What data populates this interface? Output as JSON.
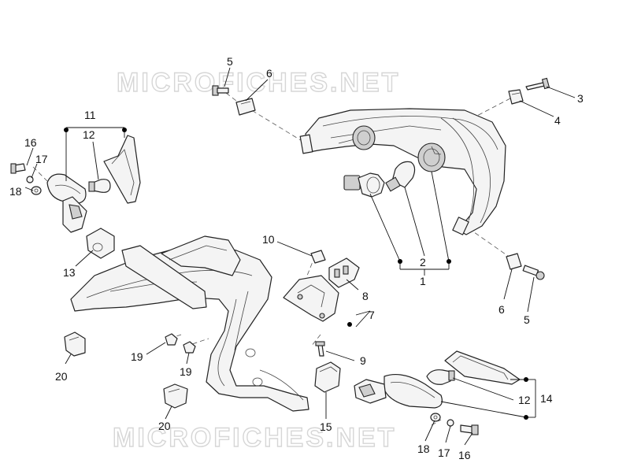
{
  "watermark": "MICROFICHES.NET",
  "labels": {
    "l1": "1",
    "l2": "2",
    "l3": "3",
    "l4": "4",
    "l5a": "5",
    "l5b": "5",
    "l6a": "6",
    "l6b": "6",
    "l7": "7",
    "l8": "8",
    "l9": "9",
    "l10": "10",
    "l11": "11",
    "l12a": "12",
    "l12b": "12",
    "l13": "13",
    "l14": "14",
    "l15": "15",
    "l16a": "16",
    "l16b": "16",
    "l17a": "17",
    "l17b": "17",
    "l18a": "18",
    "l18b": "18",
    "l19a": "19",
    "l19b": "19",
    "l20a": "20",
    "l20b": "20"
  }
}
